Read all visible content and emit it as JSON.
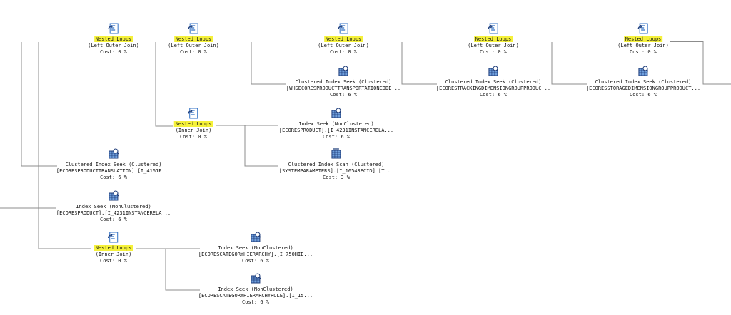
{
  "colors": {
    "highlight": "#f5f13a",
    "line": "#8c8c8c",
    "icon_blue": "#2f6fc4",
    "icon_dark": "#1f3d7a"
  },
  "nodes": [
    {
      "icon": "nested-loops-icon",
      "op": "Nested Loops",
      "highlight": true,
      "sub": "(Left Outer Join)",
      "cost": "Cost: 0 %"
    },
    {
      "icon": "nested-loops-icon",
      "op": "Nested Loops",
      "highlight": true,
      "sub": "(Left Outer Join)",
      "cost": "Cost: 0 %"
    },
    {
      "icon": "nested-loops-icon",
      "op": "Nested Loops",
      "highlight": true,
      "sub": "(Left Outer Join)",
      "cost": "Cost: 0 %"
    },
    {
      "icon": "nested-loops-icon",
      "op": "Nested Loops",
      "highlight": true,
      "sub": "(Left Outer Join)",
      "cost": "Cost: 0 %"
    },
    {
      "icon": "nested-loops-icon",
      "op": "Nested Loops",
      "highlight": true,
      "sub": "(Left Outer Join)",
      "cost": "Cost: 0 %"
    },
    {
      "icon": "clustered-index-seek-icon",
      "op": "Clustered Index Seek (Clustered)",
      "highlight": false,
      "sub": "[WHSECORESPRODUCTTRANSPORTATIONCODE...",
      "cost": "Cost: 6 %"
    },
    {
      "icon": "clustered-index-seek-icon",
      "op": "Clustered Index Seek (Clustered)",
      "highlight": false,
      "sub": "[ECORESTRACKINGDIMENSIONGROUPPRODUC...",
      "cost": "Cost: 6 %"
    },
    {
      "icon": "clustered-index-seek-icon",
      "op": "Clustered Index Seek (Clustered)",
      "highlight": false,
      "sub": "[ECORESSTORAGEDIMENSIONGROUPPRODUCT...",
      "cost": "Cost: 6 %"
    },
    {
      "icon": "nested-loops-icon",
      "op": "Nested Loops",
      "highlight": true,
      "sub": "(Inner Join)",
      "cost": "Cost: 0 %"
    },
    {
      "icon": "index-seek-icon",
      "op": "Index Seek (NonClustered)",
      "highlight": false,
      "sub": "[ECORESPRODUCT].[I_4231INSTANCERELA...",
      "cost": "Cost: 6 %"
    },
    {
      "icon": "clustered-index-scan-icon",
      "op": "Clustered Index Scan (Clustered)",
      "highlight": false,
      "sub": "[SYSTEMPARAMETERS].[I_1654RECID] [T...",
      "cost": "Cost: 3 %"
    },
    {
      "icon": "clustered-index-seek-icon",
      "op": "Clustered Index Seek (Clustered)",
      "highlight": false,
      "sub": "[ECORESPRODUCTTRANSLATION].[I_4161P...",
      "cost": "Cost: 6 %"
    },
    {
      "icon": "index-seek-icon",
      "op": "Index Seek (NonClustered)",
      "highlight": false,
      "sub": "[ECORESPRODUCT].[I_4231INSTANCERELA...",
      "cost": "Cost: 6 %"
    },
    {
      "icon": "nested-loops-icon",
      "op": "Nested Loops",
      "highlight": true,
      "sub": "(Inner Join)",
      "cost": "Cost: 0 %"
    },
    {
      "icon": "index-seek-icon",
      "op": "Index Seek (NonClustered)",
      "highlight": false,
      "sub": "[ECORESCATEGORYHIERARCHY].[I_750HIE...",
      "cost": "Cost: 6 %"
    },
    {
      "icon": "index-seek-icon",
      "op": "Index Seek (NonClustered)",
      "highlight": false,
      "sub": "[ECORESCATEGORYHIERARCHYROLE].[I_15...",
      "cost": "Cost: 6 %"
    }
  ]
}
